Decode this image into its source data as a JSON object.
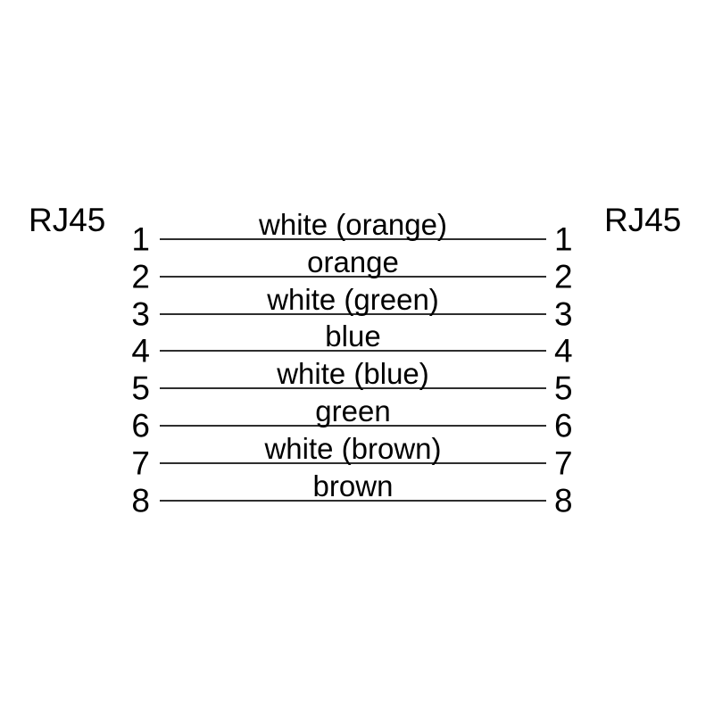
{
  "diagram": {
    "left_connector_label": "RJ45",
    "right_connector_label": "RJ45",
    "wires": [
      {
        "pin": "1",
        "color_label": "white (orange)"
      },
      {
        "pin": "2",
        "color_label": "orange"
      },
      {
        "pin": "3",
        "color_label": "white (green)"
      },
      {
        "pin": "4",
        "color_label": "blue"
      },
      {
        "pin": "5",
        "color_label": "white (blue)"
      },
      {
        "pin": "6",
        "color_label": "green"
      },
      {
        "pin": "7",
        "color_label": "white (brown)"
      },
      {
        "pin": "8",
        "color_label": "brown"
      }
    ]
  },
  "colors": {
    "background": "#ffffff",
    "text": "#000000",
    "wire_line": "#2e2e2e"
  }
}
